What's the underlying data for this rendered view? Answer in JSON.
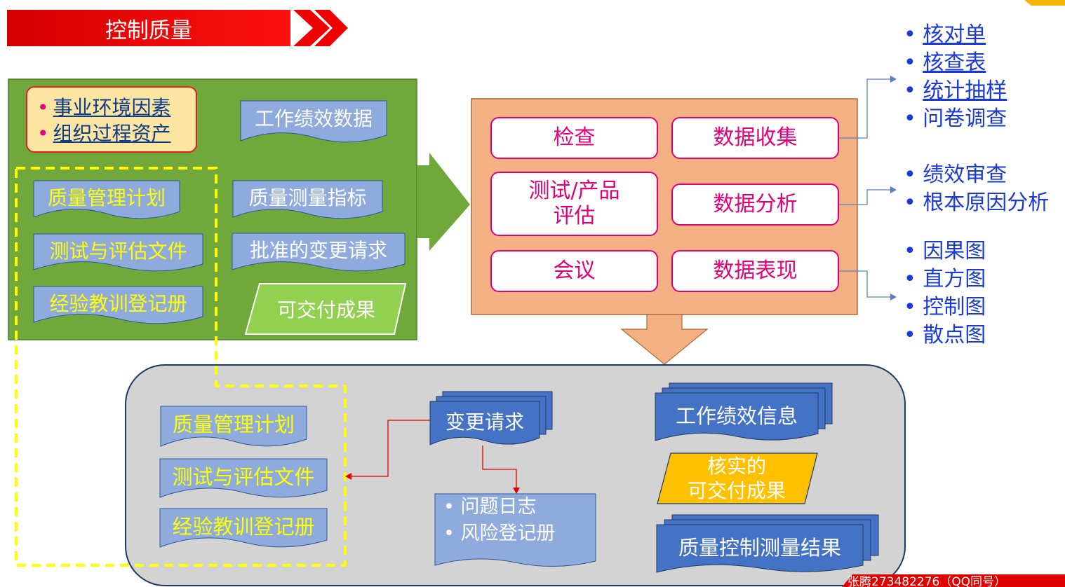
{
  "title": "控制质量",
  "inputs": {
    "env_items": [
      "事业环境因素",
      "组织过程资产"
    ],
    "work_perf_data": "工作绩效数据",
    "qm_plan": "质量管理计划",
    "test_docs": "测试与评估文件",
    "lessons": "经验教训登记册",
    "metrics": "质量测量指标",
    "approved_cr": "批准的变更请求",
    "deliverables": "可交付成果"
  },
  "tools": {
    "inspection": "检查",
    "data_gathering": "数据收集",
    "testing_line1": "测试/产品",
    "testing_line2": "评估",
    "data_analysis": "数据分析",
    "meetings": "会议",
    "data_repr": "数据表现"
  },
  "gathering_list": [
    {
      "label": "核对单",
      "link": true
    },
    {
      "label": "核查表",
      "link": true
    },
    {
      "label": "统计抽样",
      "link": true
    },
    {
      "label": "问卷调查",
      "link": false
    }
  ],
  "analysis_list": [
    "绩效审查",
    "根本原因分析"
  ],
  "repr_list": [
    "因果图",
    "直方图",
    "控制图",
    "散点图"
  ],
  "outputs": {
    "qm_plan": "质量管理计划",
    "test_docs": "测试与评估文件",
    "lessons": "经验教训登记册",
    "change_requests": "变更请求",
    "issue_log": "问题日志",
    "risk_register": "风险登记册",
    "work_perf_info": "工作绩效信息",
    "verified_line1": "核实的",
    "verified_line2": "可交付成果",
    "qc_results": "质量控制测量结果"
  },
  "footer": "张腾273482276（QQ同号）"
}
